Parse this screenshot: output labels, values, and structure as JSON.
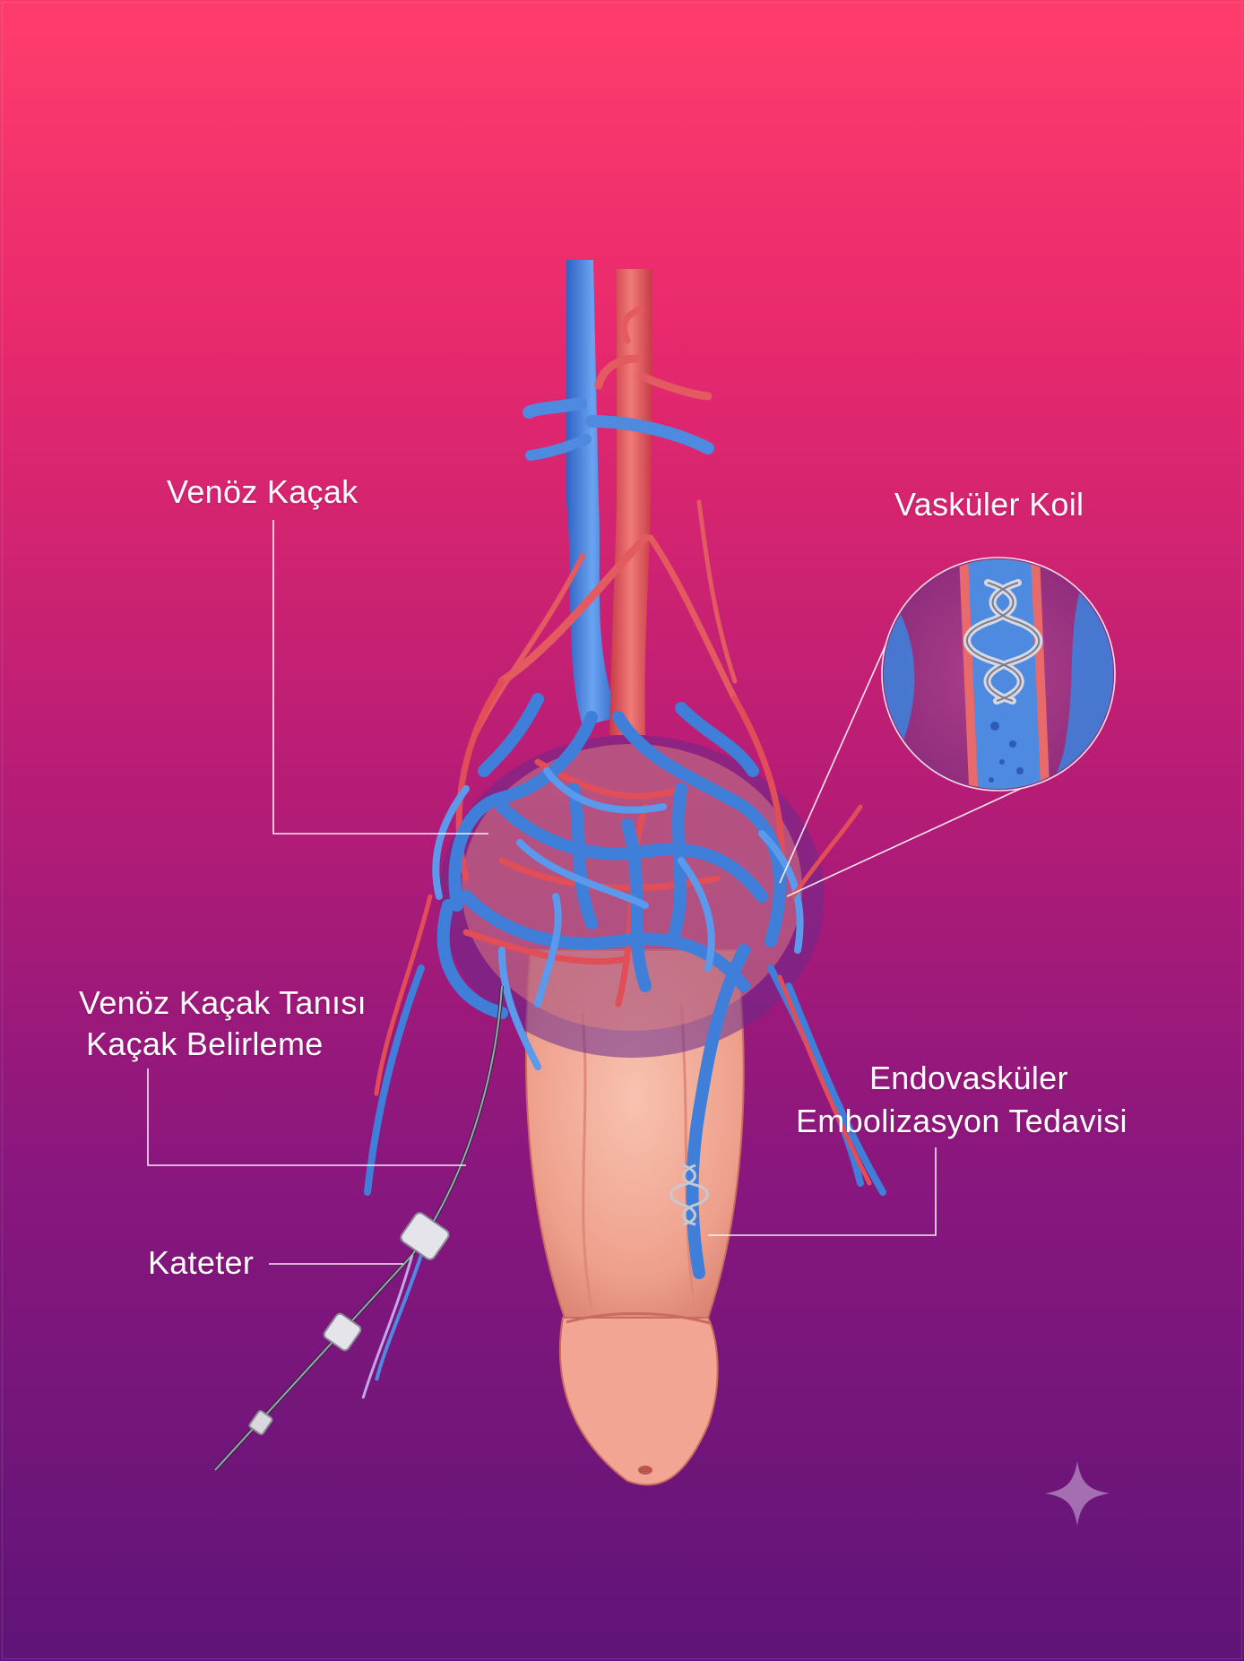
{
  "labels": {
    "venoz_kacak": "Venöz Kaçak",
    "vaskuler_koil": "Vasküler Koil",
    "venoz_kacak_tanisi": "Venöz Kaçak Tanısı",
    "kacak_belirleme": "Kaçak Belirleme",
    "endovaskuler": "Endovasküler",
    "embolizasyon_tedavisi": "Embolizasyon Tedavisi",
    "kateter": "Kateter"
  },
  "colors": {
    "artery": "#e2505a",
    "vein": "#3f7fd9",
    "skin": "#efa592",
    "leader_line": "#ffffff",
    "background_top": "#ff3d6c",
    "background_bottom": "#5f1478"
  },
  "icons": {
    "watermark": "sparkle-icon"
  }
}
